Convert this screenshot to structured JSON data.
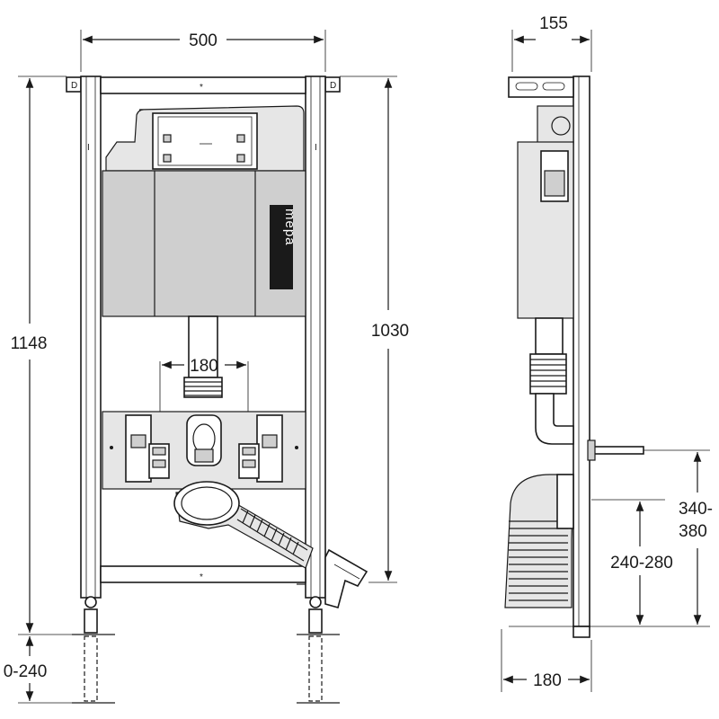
{
  "front_view": {
    "width_label": "500",
    "total_height_label": "1148",
    "frame_height_label": "1030",
    "bolt_spacing_label": "180",
    "foot_adjust_label": "0-240",
    "brand_label": "mepa"
  },
  "side_view": {
    "depth_label": "155",
    "outlet_height_label_line1": "340-",
    "outlet_height_label_line2": "380",
    "inlet_height_label": "240-280",
    "bottom_depth_label": "180"
  },
  "colors": {
    "line": "#1a1a1a",
    "fill_grey": "#e6e6e6",
    "fill_dark_grey": "#cfcfcf",
    "background": "#ffffff"
  }
}
